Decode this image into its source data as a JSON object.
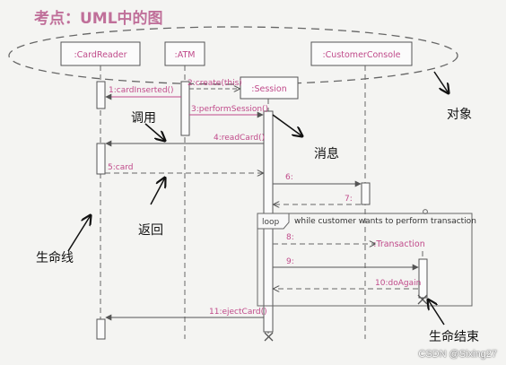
{
  "page": {
    "title": "考点：UML中的图"
  },
  "objects": [
    {
      "id": "card-reader",
      "label": ":CardReader"
    },
    {
      "id": "atm",
      "label": ":ATM"
    },
    {
      "id": "session",
      "label": ":Session"
    },
    {
      "id": "customer-console",
      "label": ":CustomerConsole"
    },
    {
      "id": "transaction",
      "label": ":Transaction"
    }
  ],
  "messages": [
    {
      "label": "1:cardInserted()",
      "kind": "call"
    },
    {
      "label": "2:create(this)",
      "kind": "create"
    },
    {
      "label": "3:performSession()",
      "kind": "call"
    },
    {
      "label": "4:readCard()",
      "kind": "call"
    },
    {
      "label": "5:card",
      "kind": "return"
    },
    {
      "label": "6:",
      "kind": "call"
    },
    {
      "label": "7:",
      "kind": "return"
    },
    {
      "label": "8:",
      "kind": "create"
    },
    {
      "label": "9:",
      "kind": "call"
    },
    {
      "label": "10:doAgain",
      "kind": "return"
    },
    {
      "label": "11:ejectCard()",
      "kind": "call"
    }
  ],
  "loop": {
    "tag": "loop",
    "guard": "while customer wants to perform transaction"
  },
  "annotations": [
    {
      "id": "object",
      "text": "对象"
    },
    {
      "id": "call",
      "text": "调用"
    },
    {
      "id": "message",
      "text": "消息"
    },
    {
      "id": "return",
      "text": "返回"
    },
    {
      "id": "lifeline",
      "text": "生命线"
    },
    {
      "id": "end-of-life",
      "text": "生命结束"
    }
  ],
  "watermark": "CSDN @Sixing27",
  "colors": {
    "box": "#555555",
    "line": "#555555",
    "message": "#c04a8a",
    "annotation": "#111111",
    "title": "#c0709a"
  }
}
